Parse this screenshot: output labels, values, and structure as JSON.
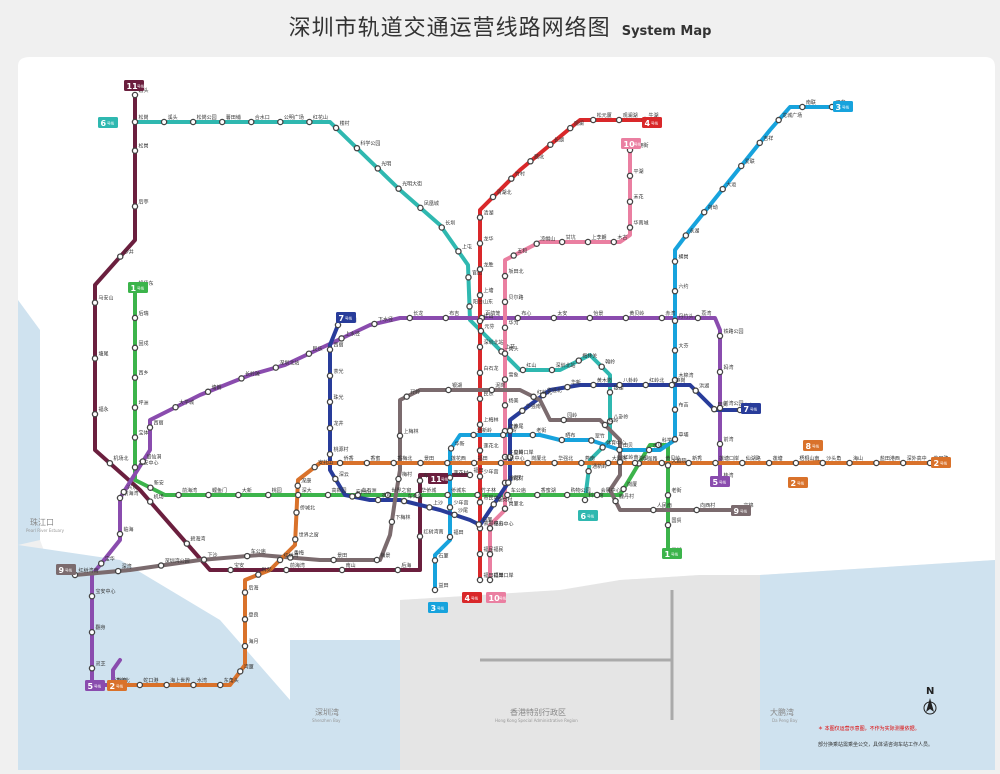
{
  "title": {
    "cn": "深圳市轨道交通运营线路网络图",
    "en": "System Map"
  },
  "regions": {
    "pearl": {
      "cn": "珠江口",
      "en": "Pearl River Estuary"
    },
    "shenzhen_bay": {
      "cn": "深圳湾",
      "en": "Shenzhen Bay"
    },
    "hk": {
      "cn": "香港特别行政区",
      "en": "Hong Kong Special Administrative Region"
    },
    "dapeng": {
      "cn": "大鹏湾",
      "en": "Da Peng Bay"
    }
  },
  "compass": "N",
  "lines": [
    {
      "id": "1",
      "color": "#3cb44b"
    },
    {
      "id": "2",
      "color": "#d9722b"
    },
    {
      "id": "3",
      "color": "#17a3dd"
    },
    {
      "id": "4",
      "color": "#d9282a"
    },
    {
      "id": "5",
      "color": "#8a4cae"
    },
    {
      "id": "6",
      "color": "#2fb8b0"
    },
    {
      "id": "7",
      "color": "#283c9a"
    },
    {
      "id": "8",
      "color": "#d9722b"
    },
    {
      "id": "9",
      "color": "#7b6b6e"
    },
    {
      "id": "10",
      "color": "#ea7fa1"
    },
    {
      "id": "11",
      "color": "#6b1f3e"
    }
  ],
  "badge_suffix": "号线",
  "stations": {
    "l11": [
      "碧头",
      "松岗",
      "后亭",
      "沙井",
      "马安山",
      "塘尾",
      "福永",
      "机场北",
      "机场",
      "碧海湾",
      "宝安",
      "前海湾",
      "南山",
      "后海",
      "红树湾南",
      "车公庙",
      "福田"
    ],
    "l6": [
      "松岗",
      "溪头",
      "松岗公园",
      "薯田埔",
      "合水口",
      "公明广场",
      "红花山",
      "楼村",
      "科学公园",
      "光明",
      "光明大街",
      "凤凰城",
      "长圳",
      "上屯",
      "官田",
      "阳台山东",
      "元芬",
      "上芬",
      "红山",
      "深圳北站",
      "梅林关",
      "翰岭",
      "银湖",
      "八卦岭",
      "体育中心",
      "通新岭",
      "科学馆"
    ],
    "l1": [
      "机场东",
      "后瑞",
      "固戍",
      "西乡",
      "坪洲",
      "宝体",
      "宝安中心",
      "新安",
      "前海湾",
      "鲤鱼门",
      "大新",
      "桃园",
      "深大",
      "高新园",
      "白石洲",
      "世界之窗",
      "华侨城",
      "侨城东",
      "竹子林",
      "车公庙",
      "香蜜湖",
      "购物公园",
      "会展中心",
      "岗厦",
      "华强路",
      "科学馆",
      "大剧院",
      "老街",
      "国贸",
      "罗湖"
    ],
    "l5": [
      "前海湾",
      "临海",
      "宝华",
      "宝安中心",
      "翻身",
      "灵芝",
      "洪浪北",
      "兴东",
      "留仙洞",
      "西丽",
      "大学城",
      "塘朗",
      "长岭陂",
      "深圳北站",
      "民乐",
      "上水径",
      "下水径",
      "长龙",
      "布吉",
      "百鸽笼",
      "布心",
      "太安",
      "怡景",
      "黄贝岭",
      "赤湾",
      "荔湾",
      "铁路公园",
      "妈湾",
      "前湾公园",
      "前湾",
      "桂湾"
    ],
    "l4": [
      "牛湖",
      "观澜湖",
      "松元厦",
      "观澜",
      "长湖",
      "茜坑",
      "竹村",
      "清湖北",
      "清湖",
      "龙华",
      "龙胜",
      "上塘",
      "红山",
      "深圳北站",
      "白石龙",
      "民乐",
      "上梅林",
      "莲花北",
      "少年宫",
      "市民中心",
      "会展中心",
      "福民",
      "福田口岸"
    ],
    "l10": [
      "双拥街",
      "平湖",
      "禾花",
      "华南城",
      "木古",
      "上李朗",
      "甘坑",
      "凉帽山",
      "五和",
      "坂田北",
      "贝尔路",
      "华为",
      "岗头",
      "雪象",
      "杨美",
      "孖岭",
      "冬瓜岭",
      "莲花村",
      "岗厦北",
      "福田中心",
      "福民",
      "福田口岸"
    ],
    "l3": [
      "双龙",
      "南联",
      "龙城广场",
      "吉祥",
      "爱联",
      "大运",
      "荷坳",
      "永湖",
      "横岗",
      "六约",
      "丹竹头",
      "大芬",
      "木棉湾",
      "布吉",
      "草埔",
      "水贝",
      "田贝",
      "翠竹",
      "晒布",
      "老街",
      "红岭",
      "通新岭",
      "华新",
      "莲花村",
      "少年宫",
      "福田",
      "石厦",
      "益田"
    ],
    "l7": [
      "西丽湖",
      "西丽",
      "茶光",
      "珠光",
      "龙井",
      "桃源村",
      "深云",
      "安托山",
      "农林",
      "车公庙",
      "上沙",
      "沙尾",
      "石厦",
      "皇岗村",
      "福民",
      "皇岗口岸",
      "赤尾",
      "华强南",
      "华强北",
      "华新",
      "黄木岗",
      "八卦岭",
      "红岭北",
      "笋岗",
      "洪湖",
      "田贝",
      "太安"
    ],
    "l9": [
      "红树湾南",
      "深湾",
      "深圳湾公园",
      "下沙",
      "车公庙",
      "香梅",
      "景田",
      "梅景",
      "下梅林",
      "梅村",
      "上梅林",
      "孖岭",
      "银湖",
      "泥岗",
      "红岭北",
      "园岭",
      "红岭",
      "红岭南",
      "鹿丹村",
      "人民南",
      "向西村",
      "文锦"
    ],
    "l2": [
      "赤湾",
      "蛇口港",
      "海上世界",
      "水湾",
      "东角头",
      "湾厦",
      "海月",
      "登良",
      "后海",
      "科苑",
      "红树湾",
      "世界之窗",
      "侨城北",
      "深康",
      "安托山",
      "侨香",
      "香蜜",
      "香梅北",
      "景田",
      "莲花西",
      "福田",
      "市民中心",
      "岗厦北",
      "华强北",
      "燕南",
      "大剧院",
      "湖贝",
      "黄贝岭",
      "新秀",
      "莲塘口岸",
      "仙湖路",
      "莲塘",
      "梧桐山南",
      "沙头角",
      "海山",
      "盐田港西",
      "深外高中",
      "盐田路"
    ]
  },
  "notes": {
    "warning": "＊ 本图仅运营示意图，不作为实际测量依据。",
    "transfer": "部分换乘站需乘坐公交，具体请咨询车站工作人员。"
  }
}
